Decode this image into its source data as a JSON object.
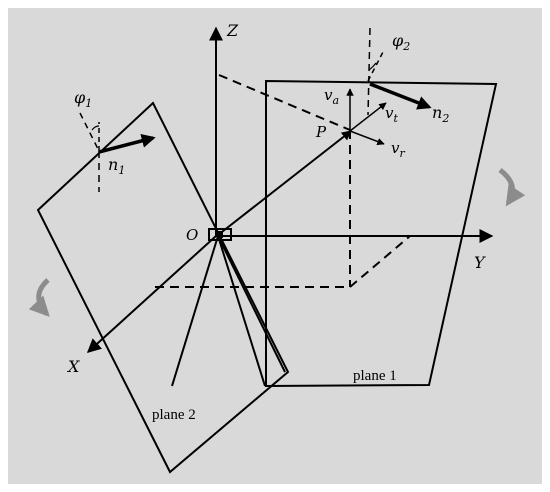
{
  "labels": {
    "z_axis": "Z",
    "y_axis": "Y",
    "x_axis": "X",
    "origin": "O",
    "point": "P",
    "plane1": "plane 1",
    "plane2": "plane 2",
    "phi": "φ",
    "phi1_sub": "1",
    "phi2_sub": "2",
    "n": "n",
    "n1_sub": "1",
    "n2_sub": "2",
    "v": "v",
    "va_sub": "a",
    "vt_sub": "t",
    "vr_sub": "r"
  },
  "colors": {
    "background": "#d9d9d9",
    "frame": "#ffffff",
    "line": "#000000",
    "rotation_arrow": "#8c8c8c"
  },
  "icons": [
    "rotation-arrow-icon"
  ]
}
